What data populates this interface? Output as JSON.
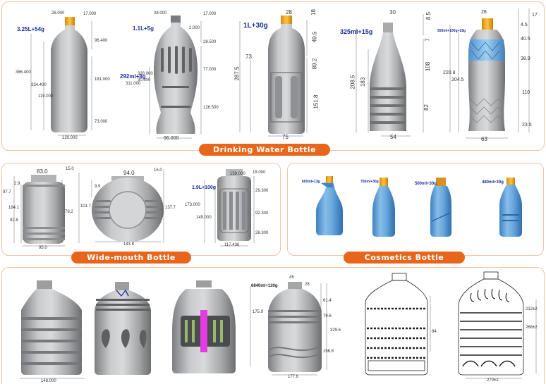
{
  "sections": {
    "drinking": {
      "title": "Drinking Water Bottle"
    },
    "widemouth": {
      "title": "Wide-mouth Bottle"
    },
    "cosmetics": {
      "title": "Cosmetics Bottle"
    }
  },
  "capacity_labels": {
    "b1": "3.25L+54g",
    "b2": "1.1L+5g",
    "b2b": "292ml+8g",
    "b3": "1L+30g",
    "b4": "325ml+15g",
    "b5": "550ml+100g+18g",
    "w3": "1.9L+100g",
    "c1": "600ml+13g",
    "c2": "750ml+30g",
    "c3": "500ml+30g",
    "c4": "480ml+30g",
    "g4": "6840ml+120g"
  },
  "dimensions": {
    "b1_top": "28.000",
    "b1_top2": "17.000",
    "b1_h1": "96.400",
    "b1_h2": "386.400",
    "b1_h3": "334.400",
    "b1_h4": "181.000",
    "b1_h5": "119.000",
    "b1_h6": "73.000",
    "b1_w": "120.000",
    "b2_top": "28.000",
    "b2_top2": "17.000",
    "b2_h1": "2.000",
    "b2_h2": "28.500",
    "b2_h3": "77.000",
    "b2_h4": "328.000",
    "b2_h5": "311.000",
    "b2_h6": "30.300",
    "b2_h7": "126.500",
    "b2_w": "96.000",
    "b3_top": "28",
    "b3_top2": "18",
    "b3_h1": "49.5",
    "b3_h2": "73",
    "b3_h3": "89.2",
    "b3_h4": "287.5",
    "b3_h5": "151.8",
    "b3_w": "75",
    "b4_top": "30",
    "b4_top2": "8.5",
    "b4_h1": "7",
    "b4_h2": "208.5",
    "b4_h3": "183",
    "b4_h4": "108",
    "b4_h5": "82",
    "b4_w": "54",
    "b5_top": "28",
    "b5_top2": "17",
    "b5_h1": "4.5",
    "b5_h2": "40.5",
    "b5_h3": "38.9",
    "b5_h4": "204.5",
    "b5_h5": "220.8",
    "b5_h6": "110",
    "b5_h7": "23.5",
    "b5_w": "63",
    "w1_top": "83.0",
    "w1_top2": "15.0",
    "w1_h1": "97.7",
    "w1_h2": "2.9",
    "w1_h3": "184.1",
    "w1_h4": "92.8",
    "w1_h5": "79.2",
    "w1_h6": "101.7",
    "w1_w": "95.0",
    "w2_top": "94.0",
    "w2_top2": "15.0",
    "w2_h1": "9.9",
    "w2_h2": "137.7",
    "w2_w": "143.8",
    "w3_top": "159.000",
    "w3_top2": "15.000",
    "w3_h1": "29.300",
    "w3_h2": "173.000",
    "w3_h3": "149.000",
    "w3_h4": "92.300",
    "w3_h5": "28.300",
    "w3_w": "117.436",
    "g1_w": "148.000",
    "g4_top": "45",
    "g4_top2": "28",
    "g4_h1": "175.9",
    "g4_h2": "61.4",
    "g4_h3": "79.6",
    "g4_h4": "329.6",
    "g4_h5": "156.8",
    "g4_w": "177.6",
    "g5_h1": "84",
    "g6_h1": "212±2",
    "g6_h2": "268±2",
    "g6_w": "270±2"
  }
}
